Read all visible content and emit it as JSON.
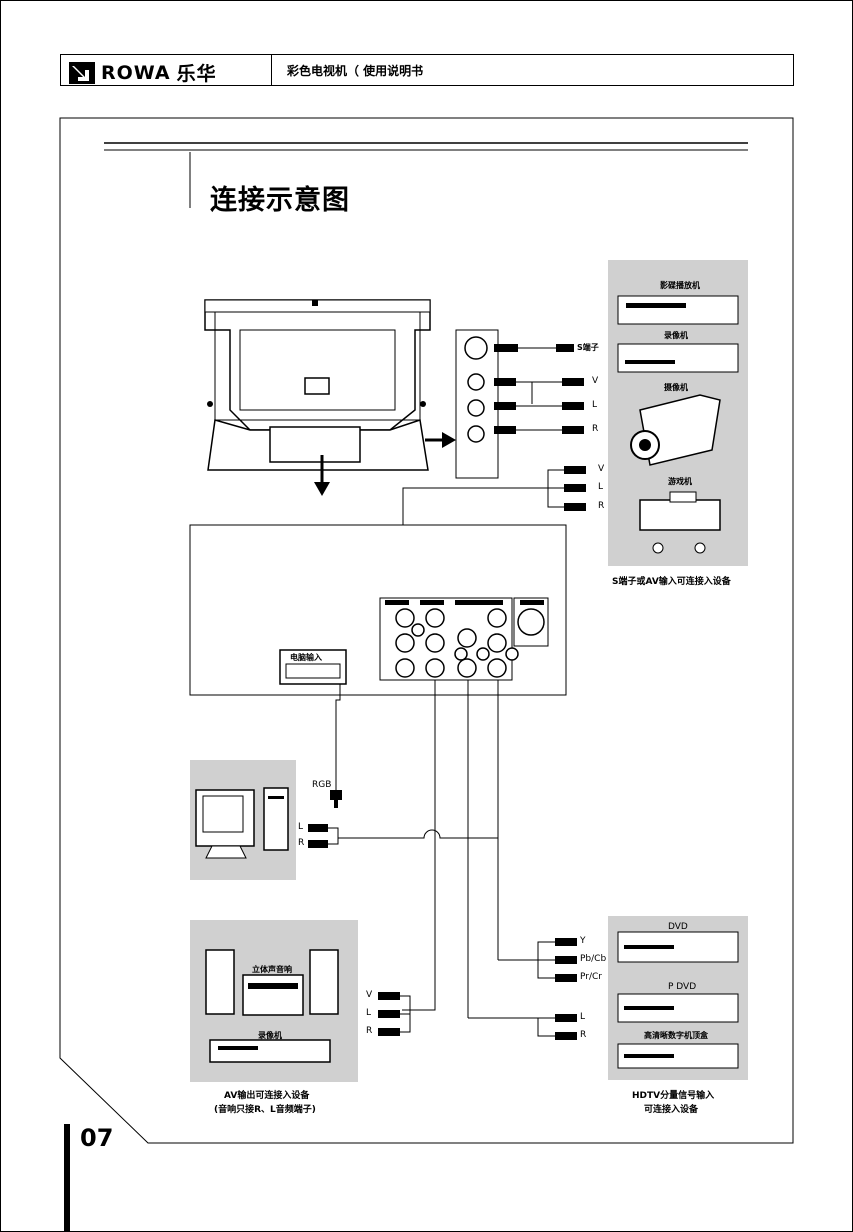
{
  "header": {
    "brand_latin": "ROWA",
    "brand_cn": "乐华",
    "title": "彩色电视机（ 使用说明书"
  },
  "page": {
    "title": "连接示意图",
    "number": "07"
  },
  "tv_back": {
    "s_terminal_label": "S端子",
    "av_labels": [
      "V",
      "L",
      "R"
    ],
    "av2_labels": [
      "V",
      "L",
      "R"
    ]
  },
  "av_source_panel": {
    "devices": [
      "影碟播放机",
      "录像机",
      "摄像机",
      "游戏机"
    ],
    "caption": "S端子或AV输入可连接入设备"
  },
  "jack_panel": {
    "vga_label": "电脑输入"
  },
  "computer_panel": {
    "rgb_label": "RGB",
    "l_label": "L",
    "r_label": "R"
  },
  "av_output_panel": {
    "devices": [
      "立体声音响",
      "录像机"
    ],
    "connectors": [
      "V",
      "L",
      "R"
    ],
    "caption_line1": "AV输出可连接入设备",
    "caption_line2": "(音响只接R、L音频端子)"
  },
  "hdtv_panel": {
    "devices": [
      "DVD",
      "P DVD",
      "高清晰数字机顶盒"
    ],
    "component_labels": [
      "Y",
      "Pb/Cb",
      "Pr/Cr"
    ],
    "audio_labels": [
      "L",
      "R"
    ],
    "caption_line1": "HDTV分量信号输入",
    "caption_line2": "可连接入设备"
  }
}
